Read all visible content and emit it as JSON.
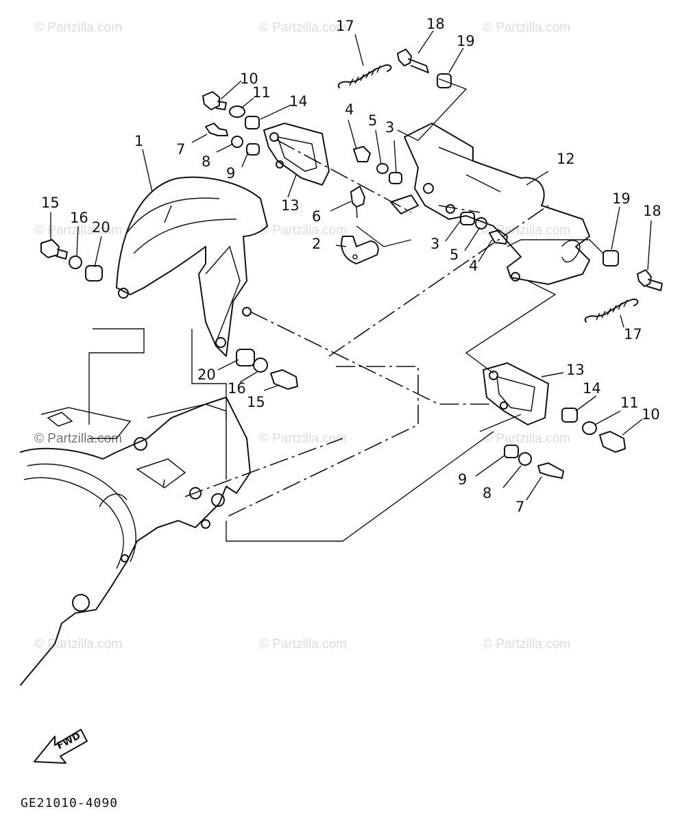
{
  "watermark": "© Partzilla.com",
  "diagram_code": "GE21010-4090",
  "fwd_label": "FWD",
  "callouts": {
    "c1": "1",
    "c2": "2",
    "c3a": "3",
    "c3b": "3",
    "c4a": "4",
    "c4b": "4",
    "c5a": "5",
    "c5b": "5",
    "c6": "6",
    "c7a": "7",
    "c7b": "7",
    "c8a": "8",
    "c8b": "8",
    "c9a": "9",
    "c9b": "9",
    "c10a": "10",
    "c10b": "10",
    "c11a": "11",
    "c11b": "11",
    "c12": "12",
    "c13a": "13",
    "c13b": "13",
    "c14a": "14",
    "c14b": "14",
    "c15a": "15",
    "c15b": "15",
    "c16a": "16",
    "c16b": "16",
    "c17a": "17",
    "c17b": "17",
    "c18a": "18",
    "c18b": "18",
    "c19a": "19",
    "c19b": "19",
    "c20a": "20",
    "c20b": "20"
  }
}
